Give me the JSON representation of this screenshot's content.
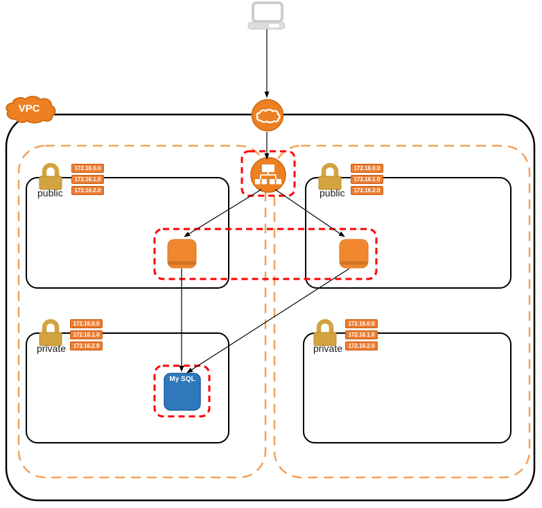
{
  "diagram": {
    "vpc_label": "VPC",
    "database_label": "My SQL"
  },
  "subnets": [
    {
      "label": "public",
      "ips": [
        "172.16.0.0",
        "172.16.1.0",
        "172.16.2.0"
      ]
    },
    {
      "label": "public",
      "ips": [
        "172.16.0.0",
        "172.16.1.0",
        "172.16.2.0"
      ]
    },
    {
      "label": "private",
      "ips": [
        "172.16.0.0",
        "172.16.1.0",
        "172.16.2.0"
      ]
    },
    {
      "label": "private",
      "ips": [
        "172.16.0.0",
        "172.16.1.0",
        "172.16.2.0"
      ]
    }
  ],
  "icons": {
    "client": "laptop-icon",
    "vpc": "orange-cloud-icon",
    "internet_gateway": "cloud-circle-icon",
    "router": "network-tree-circle-icon",
    "subnet_security": "padlock-icon",
    "instance": "orange-square-icon",
    "database": "blue-square-icon"
  },
  "edges": [
    {
      "from": "client",
      "to": "internet-gateway"
    },
    {
      "from": "internet-gateway",
      "to": "router"
    },
    {
      "from": "router",
      "to": "instance-left"
    },
    {
      "from": "router",
      "to": "instance-right"
    },
    {
      "from": "instance-left",
      "to": "mysql-database"
    },
    {
      "from": "instance-right",
      "to": "mysql-database"
    }
  ],
  "colors": {
    "aws-orange": "#ED8022",
    "aws-orange-border": "#C96A10",
    "instance-orange": "#F0872F",
    "badge-orange": "#ED7D31",
    "badge-border": "#C55A11",
    "az-dash-orange": "#F2A159",
    "alert-red": "#FF0000",
    "lock-gold": "#D2A33E",
    "lock-gold-border": "#B88931",
    "mysql-blue": "#3078BC",
    "mysql-blue-border": "#1F5FA0",
    "line-black": "#000000",
    "laptop-grey": "#DCDCDC",
    "laptop-border": "#CCCCCC"
  }
}
